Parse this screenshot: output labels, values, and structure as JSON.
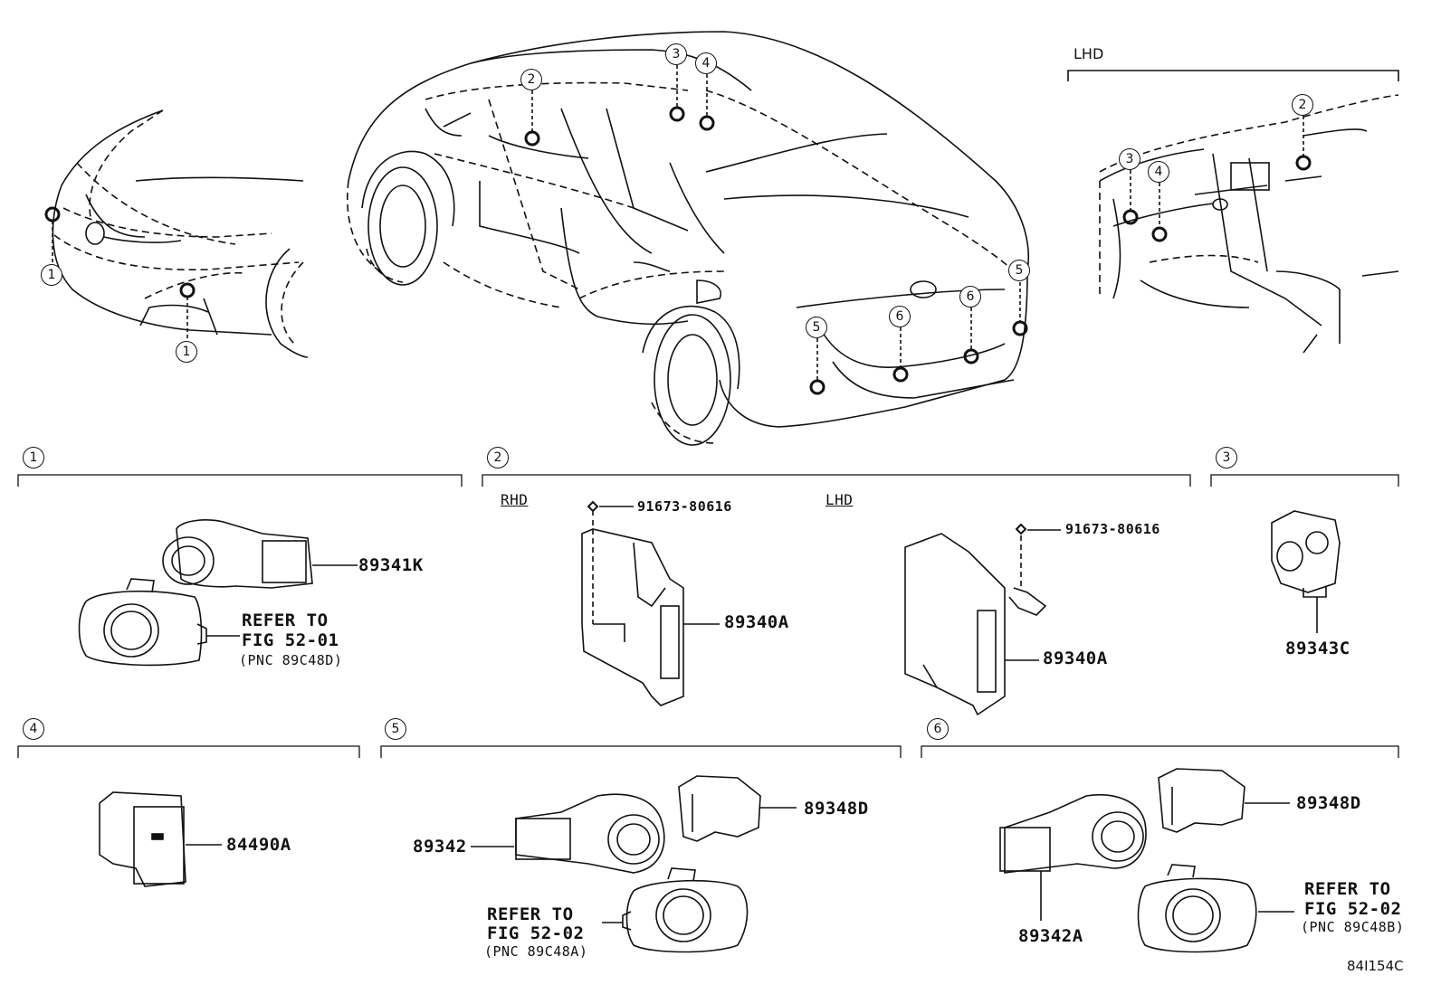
{
  "header": {
    "lhd_label": "LHD"
  },
  "callouts": {
    "c1": "1",
    "c2": "2",
    "c3": "3",
    "c4": "4",
    "c5": "5",
    "c6": "6"
  },
  "sections": {
    "s1": {
      "number": "1"
    },
    "s2": {
      "number": "2",
      "rhd": "RHD",
      "lhd": "LHD"
    },
    "s3": {
      "number": "3"
    },
    "s4": {
      "number": "4"
    },
    "s5": {
      "number": "5"
    },
    "s6": {
      "number": "6"
    }
  },
  "parts": {
    "p89341K": "89341K",
    "p89340A_r": "89340A",
    "p89340A_l": "89340A",
    "bolt_r": "91673-80616",
    "bolt_l": "91673-80616",
    "p89343C": "89343C",
    "p84490A": "84490A",
    "p89342": "89342",
    "p89348D_5": "89348D",
    "p89342A": "89342A",
    "p89348D_6": "89348D"
  },
  "refs": {
    "r1": {
      "l1": "REFER TO",
      "l2": "FIG 52-01",
      "l3": "(PNC 89C48D)"
    },
    "r5": {
      "l1": "REFER TO",
      "l2": "FIG 52-02",
      "l3": "(PNC 89C48A)"
    },
    "r6": {
      "l1": "REFER TO",
      "l2": "FIG 52-02",
      "l3": "(PNC 89C48B)"
    }
  },
  "footer": {
    "code": "84I154C"
  }
}
